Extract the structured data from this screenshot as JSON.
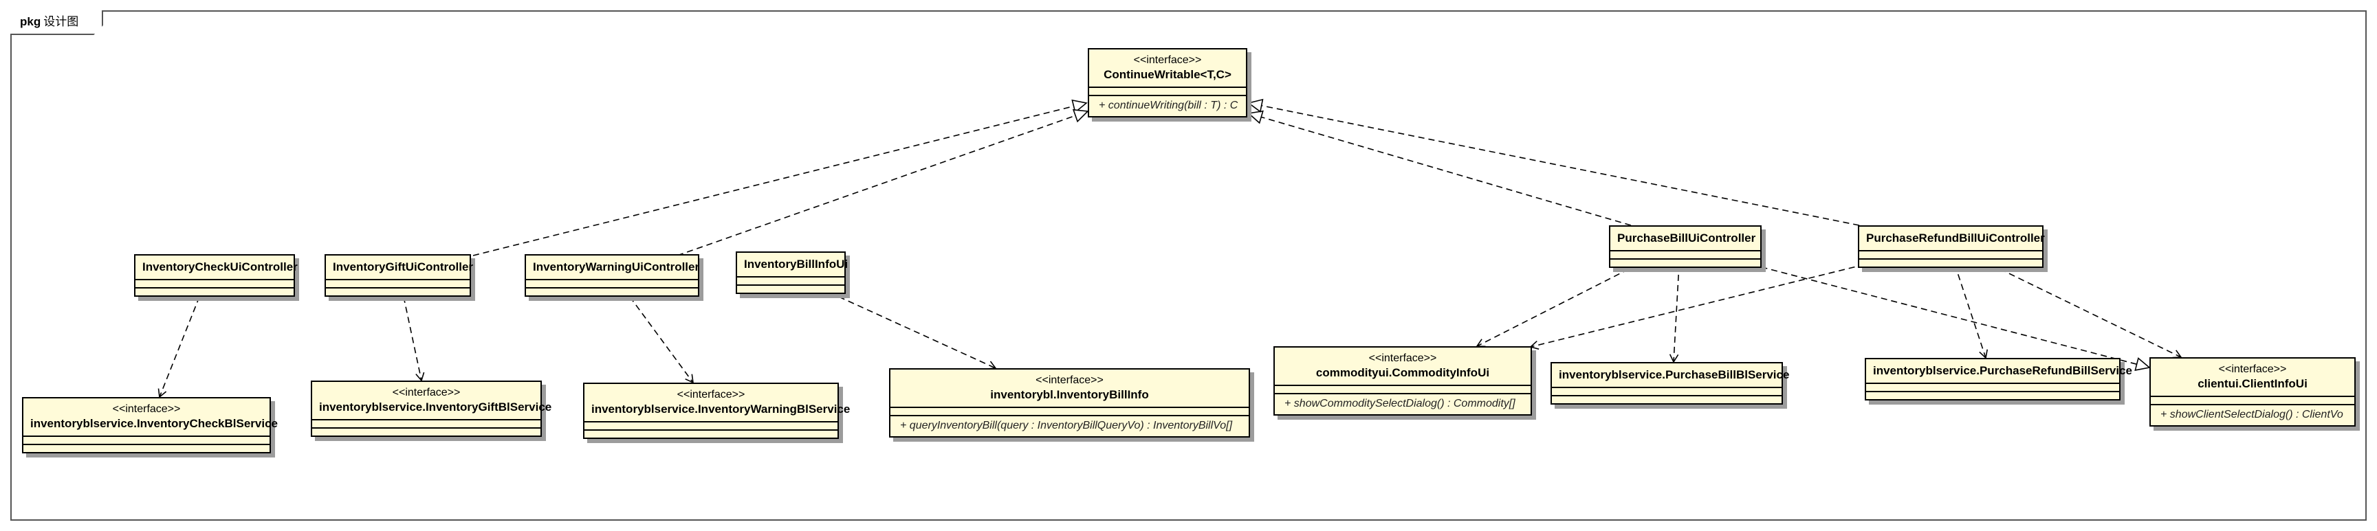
{
  "diagram": {
    "package_label": {
      "keyword": "pkg",
      "name": "设计图"
    },
    "classes": [
      {
        "id": "continue",
        "stereotype": "<<interface>>",
        "name": "ContinueWritable<T,C>",
        "operations": [
          "+ continueWriting(bill : T) : C"
        ]
      },
      {
        "id": "checkCtrl",
        "stereotype": "",
        "name": "InventoryCheckUiController",
        "operations": []
      },
      {
        "id": "giftCtrl",
        "stereotype": "",
        "name": "InventoryGiftUiController",
        "operations": []
      },
      {
        "id": "warnCtrl",
        "stereotype": "",
        "name": "InventoryWarningUiController",
        "operations": []
      },
      {
        "id": "billUi",
        "stereotype": "",
        "name": "InventoryBillInfoUi",
        "operations": []
      },
      {
        "id": "purchaseCtrl",
        "stereotype": "",
        "name": "PurchaseBillUiController",
        "operations": []
      },
      {
        "id": "refundCtrl",
        "stereotype": "",
        "name": "PurchaseRefundBillUiController",
        "operations": []
      },
      {
        "id": "checkSvc",
        "stereotype": "<<interface>>",
        "name": "inventoryblservice.InventoryCheckBlService",
        "operations": []
      },
      {
        "id": "giftSvc",
        "stereotype": "<<interface>>",
        "name": "inventoryblservice.InventoryGiftBlService",
        "operations": []
      },
      {
        "id": "warnSvc",
        "stereotype": "<<interface>>",
        "name": "inventoryblservice.InventoryWarningBlService",
        "operations": []
      },
      {
        "id": "billInfo",
        "stereotype": "<<interface>>",
        "name": "inventorybl.InventoryBillInfo",
        "operations": [
          "+ queryInventoryBill(query : InventoryBillQueryVo) : InventoryBillVo[]"
        ]
      },
      {
        "id": "commodity",
        "stereotype": "<<interface>>",
        "name": "commodityui.CommodityInfoUi",
        "operations": [
          "+ showCommoditySelectDialog() : Commodity[]"
        ]
      },
      {
        "id": "purchaseSvc",
        "stereotype": "",
        "name": "inventoryblservice.PurchaseBillBlService",
        "operations": []
      },
      {
        "id": "refundSvc",
        "stereotype": "",
        "name": "inventoryblservice.PurchaseRefundBillService",
        "operations": []
      },
      {
        "id": "client",
        "stereotype": "<<interface>>",
        "name": "clientui.ClientInfoUi",
        "operations": [
          "+ showClientSelectDialog() : ClientVo"
        ]
      }
    ],
    "relations": [
      {
        "from": "giftCtrl",
        "to": "continue",
        "kind": "realization"
      },
      {
        "from": "warnCtrl",
        "to": "continue",
        "kind": "realization"
      },
      {
        "from": "purchaseCtrl",
        "to": "continue",
        "kind": "realization"
      },
      {
        "from": "refundCtrl",
        "to": "continue",
        "kind": "realization"
      },
      {
        "from": "purchaseCtrl",
        "to": "client",
        "kind": "realization"
      },
      {
        "from": "checkCtrl",
        "to": "checkSvc",
        "kind": "dependency"
      },
      {
        "from": "giftCtrl",
        "to": "giftSvc",
        "kind": "dependency"
      },
      {
        "from": "warnCtrl",
        "to": "warnSvc",
        "kind": "dependency"
      },
      {
        "from": "billUi",
        "to": "billInfo",
        "kind": "dependency"
      },
      {
        "from": "purchaseCtrl",
        "to": "commodity",
        "kind": "dependency"
      },
      {
        "from": "purchaseCtrl",
        "to": "purchaseSvc",
        "kind": "dependency"
      },
      {
        "from": "refundCtrl",
        "to": "commodity",
        "kind": "dependency"
      },
      {
        "from": "refundCtrl",
        "to": "refundSvc",
        "kind": "dependency"
      },
      {
        "from": "refundCtrl",
        "to": "client",
        "kind": "dependency"
      }
    ]
  }
}
